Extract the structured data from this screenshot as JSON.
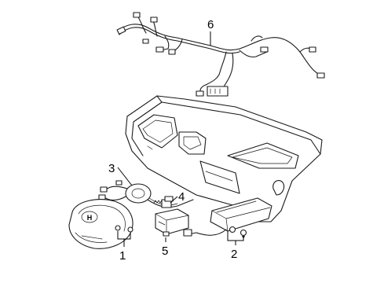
{
  "callouts": [
    {
      "id": "1",
      "label": "1"
    },
    {
      "id": "2",
      "label": "2"
    },
    {
      "id": "3",
      "label": "3"
    },
    {
      "id": "4",
      "label": "4"
    },
    {
      "id": "5",
      "label": "5"
    },
    {
      "id": "6",
      "label": "6"
    }
  ],
  "steering_pad_emblem": "H",
  "colors": {
    "line": "#1a1a1a",
    "background": "#ffffff"
  }
}
